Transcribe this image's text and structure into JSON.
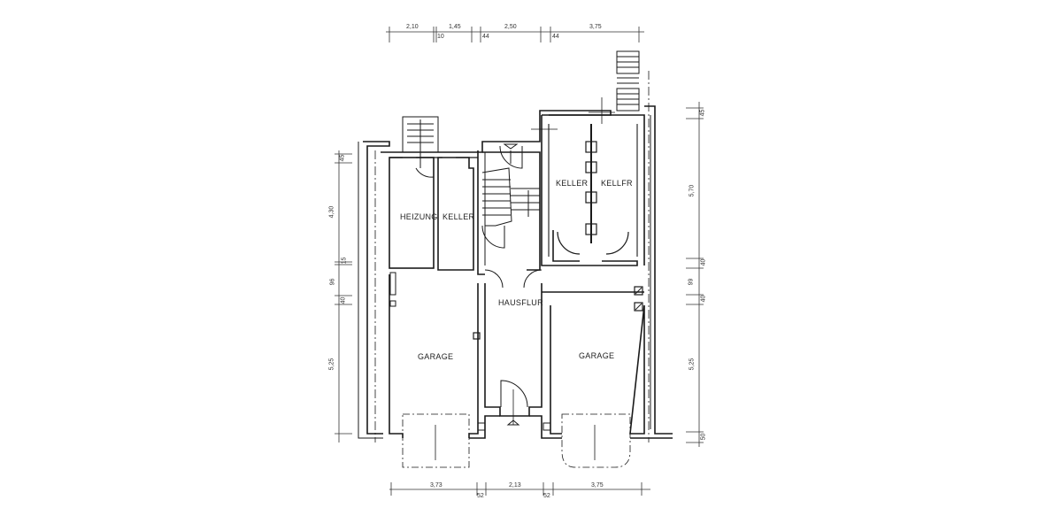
{
  "plan": {
    "rooms": [
      {
        "id": "heizung",
        "label": "HEIZUNG"
      },
      {
        "id": "keller-left",
        "label": "KELLER"
      },
      {
        "id": "keller-right-a",
        "label": "KELLER"
      },
      {
        "id": "keller-right-b",
        "label": "KELLFR"
      },
      {
        "id": "hausflur",
        "label": "HAUSFLUR"
      },
      {
        "id": "garage-left",
        "label": "GARAGE"
      },
      {
        "id": "garage-right",
        "label": "GARAGE"
      }
    ],
    "dimensions": {
      "top": [
        "2,10",
        "10",
        "1,45",
        "44",
        "2,50",
        "44",
        "3,75"
      ],
      "bottom": [
        "3,73",
        "52",
        "2,13",
        "52",
        "3,75"
      ],
      "left": [
        "45",
        "4,30",
        "15",
        "96",
        "40",
        "5,25"
      ],
      "right": [
        "45",
        "5,70",
        "40",
        "99",
        "40",
        "5,25",
        "50"
      ]
    }
  }
}
